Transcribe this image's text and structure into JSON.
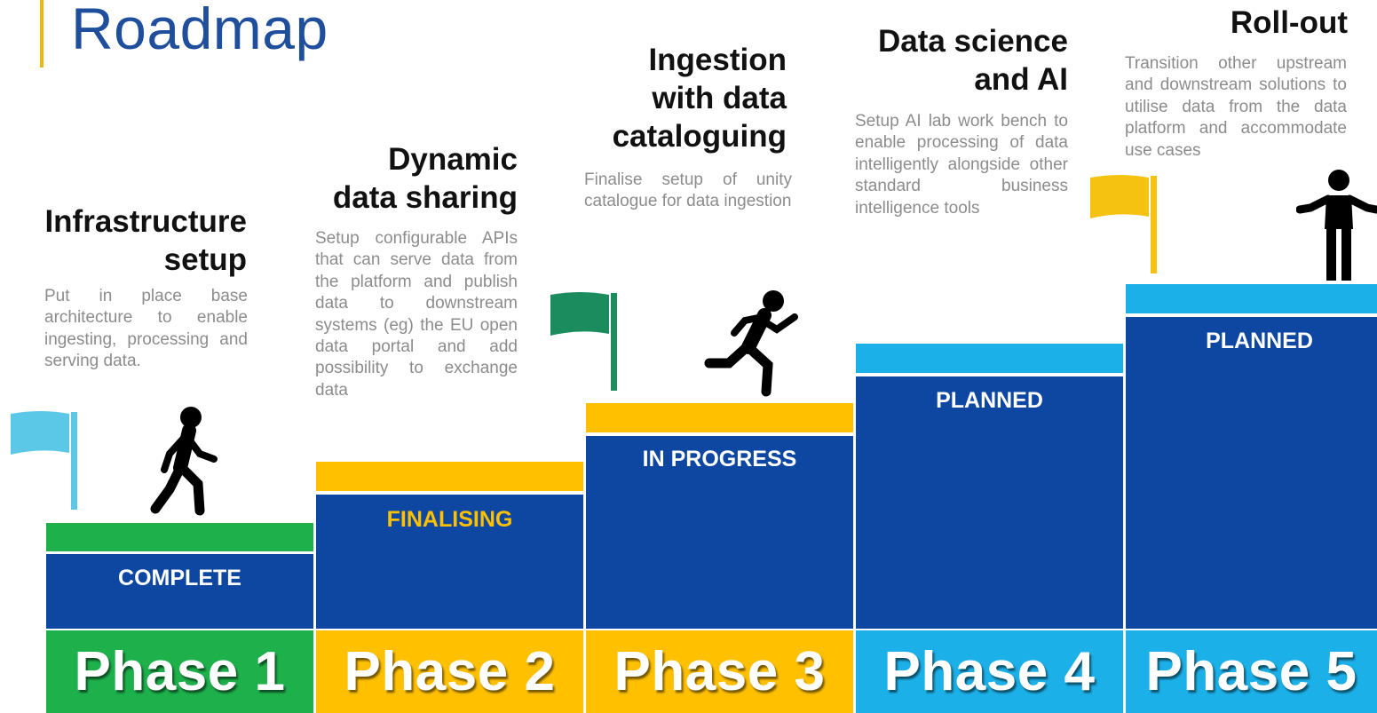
{
  "page": {
    "title": "Roadmap"
  },
  "colors": {
    "title": "#1f4e9c",
    "accent_bar": "#f2b705",
    "complete_green": "#1db04b",
    "finalising_yellow": "#ffc000",
    "planned_blue": "#1cb0e8",
    "block_navy": "#0d47a1"
  },
  "phases": [
    {
      "label": "Phase 1",
      "heading": [
        "Infrastructure",
        "setup"
      ],
      "description": "Put in place base architecture to enable ingesting, processing and serving data.",
      "status": "COMPLETE",
      "color": "#1db04b",
      "icon": "walking-person-icon",
      "flag_color": "#5bc8e8"
    },
    {
      "label": "Phase 2",
      "heading": [
        "Dynamic",
        "data sharing"
      ],
      "description": "Setup configurable APIs that can serve data from the platform and publish data to downstream systems (eg) the EU open data portal and add possibility to exchange data",
      "status": "FINALISING",
      "color": "#ffc000",
      "icon": "none"
    },
    {
      "label": "Phase 3",
      "heading": [
        "Ingestion",
        "with data",
        "cataloguing"
      ],
      "description": "Finalise setup of unity catalogue for data ingestion",
      "status": "IN PROGRESS",
      "color": "#ffc000",
      "icon": "running-person-icon",
      "flag_color": "#1a8c5e"
    },
    {
      "label": "Phase 4",
      "heading": [
        "Data science",
        "and AI"
      ],
      "description": "Setup AI lab work bench to enable processing of data intelligently alongside other standard business intelligence tools",
      "status": "PLANNED",
      "color": "#1cb0e8",
      "icon": "none"
    },
    {
      "label": "Phase 5",
      "heading": [
        "Roll-out"
      ],
      "description": "Transition other upstream and downstream solutions to utilise data from the data platform and accommodate use cases",
      "status": "PLANNED",
      "color": "#1cb0e8",
      "icon": "standing-person-icon",
      "flag_color": "#f5c211"
    }
  ]
}
